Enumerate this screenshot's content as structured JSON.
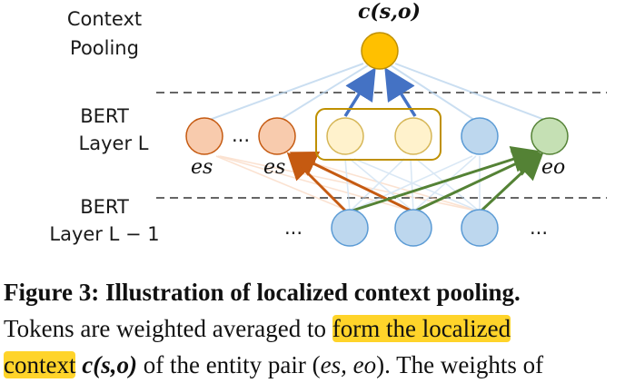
{
  "labels": {
    "context": "Context",
    "pooling": "Pooling",
    "bert_top": "BERT",
    "layer_top": "Layer L",
    "bert_bottom": "BERT",
    "layer_bottom": "Layer L − 1",
    "ellipsis": "...",
    "output": "c(s,o)",
    "es1": "es",
    "es2": "es",
    "eo": "eo"
  },
  "caption": {
    "title": "Figure 3: Illustration of localized context pooling.",
    "line2_pre": "Tokens are weighted averaged to ",
    "line2_hl": "form the localized",
    "line3_hl": "context",
    "line3_math": "c(s,o)",
    "line3_mid": " of the entity pair (",
    "line3_pair": "es, eo",
    "line3_end": "). The weights of"
  },
  "colors": {
    "orange_node": "#f8cbad",
    "orange_stroke": "#c55a11",
    "yellow_node": "#fff2cc",
    "gold_node": "#ffc000",
    "blue_node": "#bdd7ee",
    "blue_stroke": "#5b9bd5",
    "green_node": "#c5e0b4",
    "green_arrow": "#548235",
    "orange_arrow": "#c55a11",
    "blue_arrow": "#4472c4",
    "highlight": "#ffd42a"
  }
}
